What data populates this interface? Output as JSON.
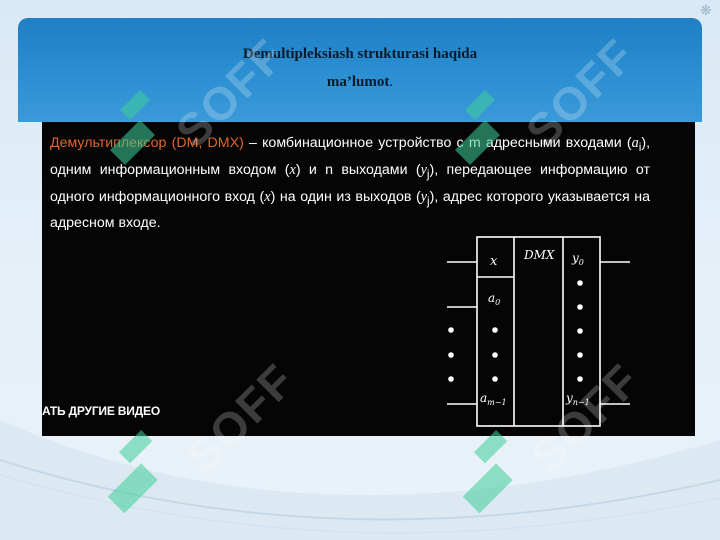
{
  "slide": {
    "title_line1": "Demultipleksiash strukturasi haqida",
    "title_line2": "ma’lumot",
    "title_period": "."
  },
  "video": {
    "definition_lead": "Демультиплексор (DM, DMX)",
    "definition_part1": " – комбинационное устройство с m адресными входами (",
    "var_ai": "a",
    "sub_i": "i",
    "definition_part2": "), одним информационным входом (",
    "var_x": "x",
    "definition_part3": ") и n выходами (",
    "var_yj": "y",
    "sub_j": "j",
    "definition_part4": "), передающее информацию от одного информационного вход (",
    "var_x2": "x",
    "definition_part5": ") на один из выходов (",
    "var_yj2": "y",
    "sub_j2": "j",
    "definition_part6": "), адрес которого указывается на адресном входе.",
    "overlay": "АТЬ ДРУГИЕ ВИДЕО"
  },
  "diagram": {
    "x_label": "x",
    "dmx_label": "DMX",
    "a0_label": "a",
    "a0_sub": "0",
    "am1_label": "a",
    "am1_sub": "m−1",
    "y0_label": "y",
    "y0_sub": "0",
    "yn1_label": "y",
    "yn1_sub": "n−1"
  },
  "watermark": {
    "text": "SOFF"
  },
  "colors": {
    "header_blue": "#2b8fd2",
    "accent_orange": "#e0662a",
    "watermark_green": "#3fcf9a"
  }
}
